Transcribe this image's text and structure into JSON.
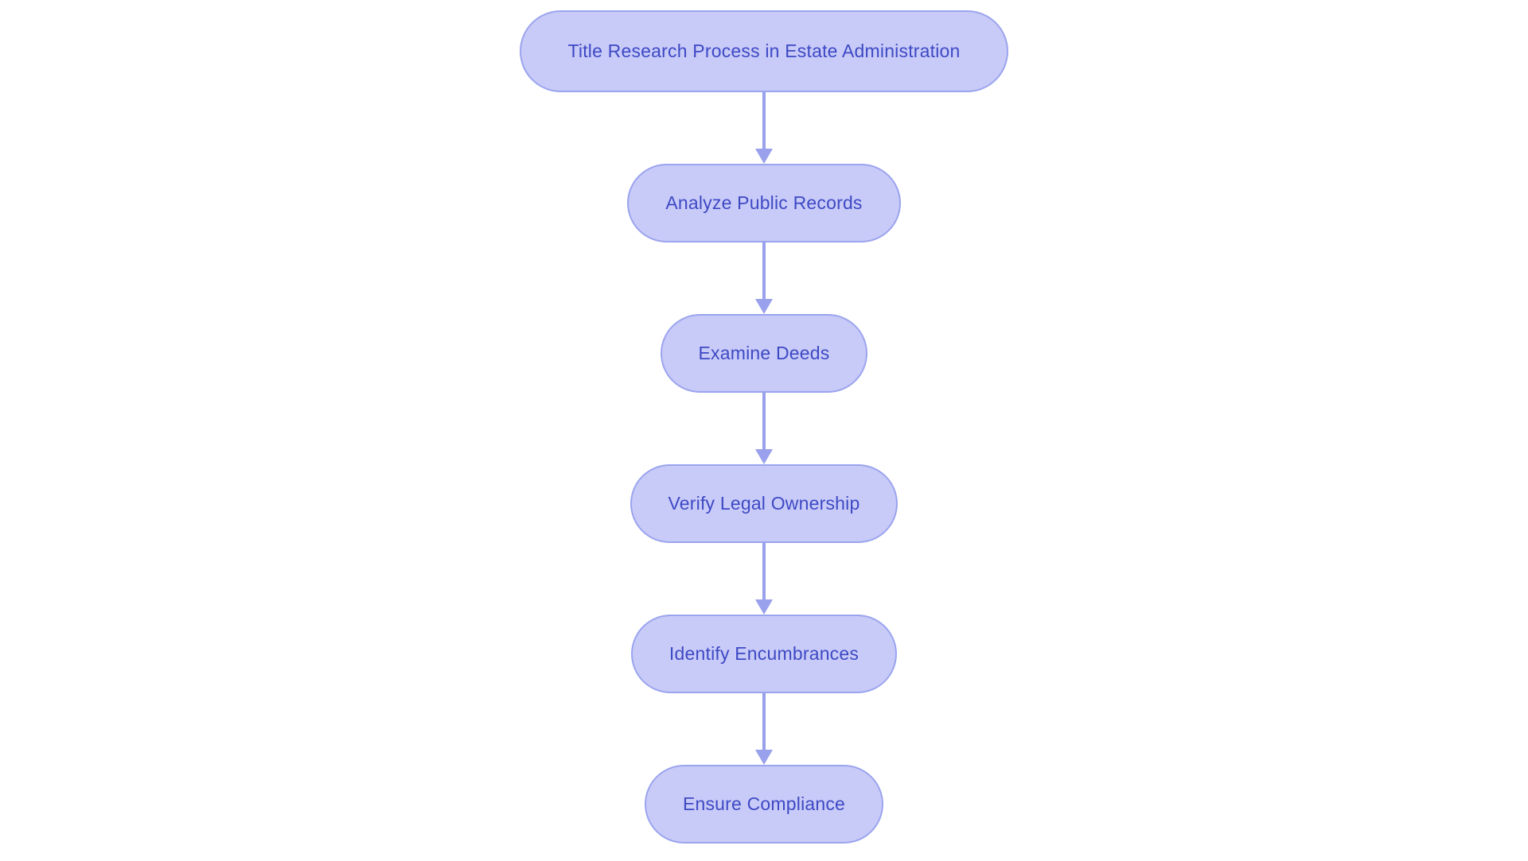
{
  "diagram": {
    "type": "flowchart",
    "direction": "top-down",
    "nodes": [
      {
        "id": "title",
        "label": "Title Research Process in Estate Administration"
      },
      {
        "id": "analyze-public-records",
        "label": "Analyze Public Records"
      },
      {
        "id": "examine-deeds",
        "label": "Examine Deeds"
      },
      {
        "id": "verify-legal-ownership",
        "label": "Verify Legal Ownership"
      },
      {
        "id": "identify-encumbrances",
        "label": "Identify Encumbrances"
      },
      {
        "id": "ensure-compliance",
        "label": "Ensure Compliance"
      }
    ],
    "connections": [
      {
        "from": "title",
        "to": "analyze-public-records"
      },
      {
        "from": "analyze-public-records",
        "to": "examine-deeds"
      },
      {
        "from": "examine-deeds",
        "to": "verify-legal-ownership"
      },
      {
        "from": "verify-legal-ownership",
        "to": "identify-encumbrances"
      },
      {
        "from": "identify-encumbrances",
        "to": "ensure-compliance"
      }
    ],
    "colors": {
      "node_fill": "#c8cbf8",
      "node_border": "#9ba4ee",
      "node_text": "#3e49c4",
      "arrow": "#99a1ec",
      "background": "#ffffff"
    }
  }
}
